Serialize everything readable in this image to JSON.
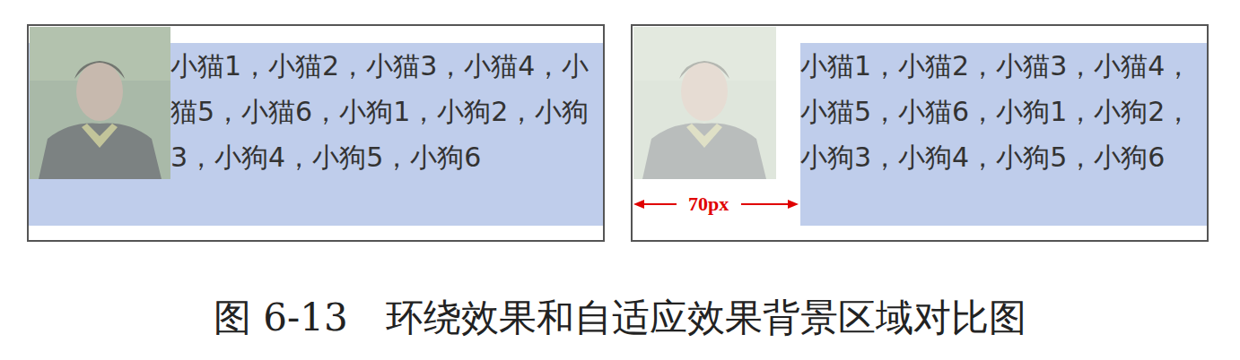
{
  "diagram": {
    "caption": "图 6-13　环绕效果和自适应效果背景区域对比图",
    "nodes": [
      {
        "text": [
          "小猫1，小猫2，小猫3，小猫4，小猫5，小猫6，小狗1，小狗2，小狗3，小狗4，小狗5，小狗6"
        ]
      },
      {
        "text": [
          "小猫1，小猫2，小猫3，小猫4，小猫5，小猫6，小狗1，小狗2，小狗3，小狗4，小狗5，小狗6"
        ]
      }
    ],
    "edges": [],
    "labels": [
      "70px"
    ]
  }
}
